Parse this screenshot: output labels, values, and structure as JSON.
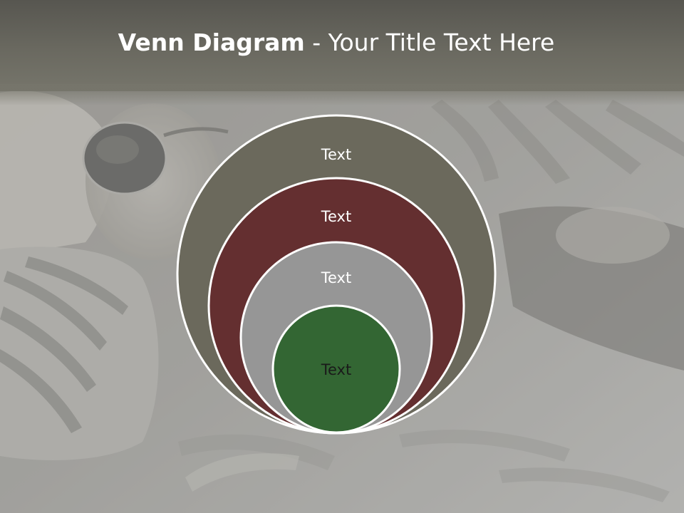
{
  "slide": {
    "title_bold": "Venn Diagram",
    "title_rest": " - Your Title Text Here"
  },
  "venn": {
    "circles": [
      {
        "label": "Text",
        "fill": "#6b695c"
      },
      {
        "label": "Text",
        "fill": "#642f30"
      },
      {
        "label": "Text",
        "fill": "#969696"
      },
      {
        "label": "Text",
        "fill": "#336633"
      }
    ],
    "stroke": "#ffffff",
    "label_color": "#ffffff",
    "inner_label_color": "#1a1a1a"
  }
}
